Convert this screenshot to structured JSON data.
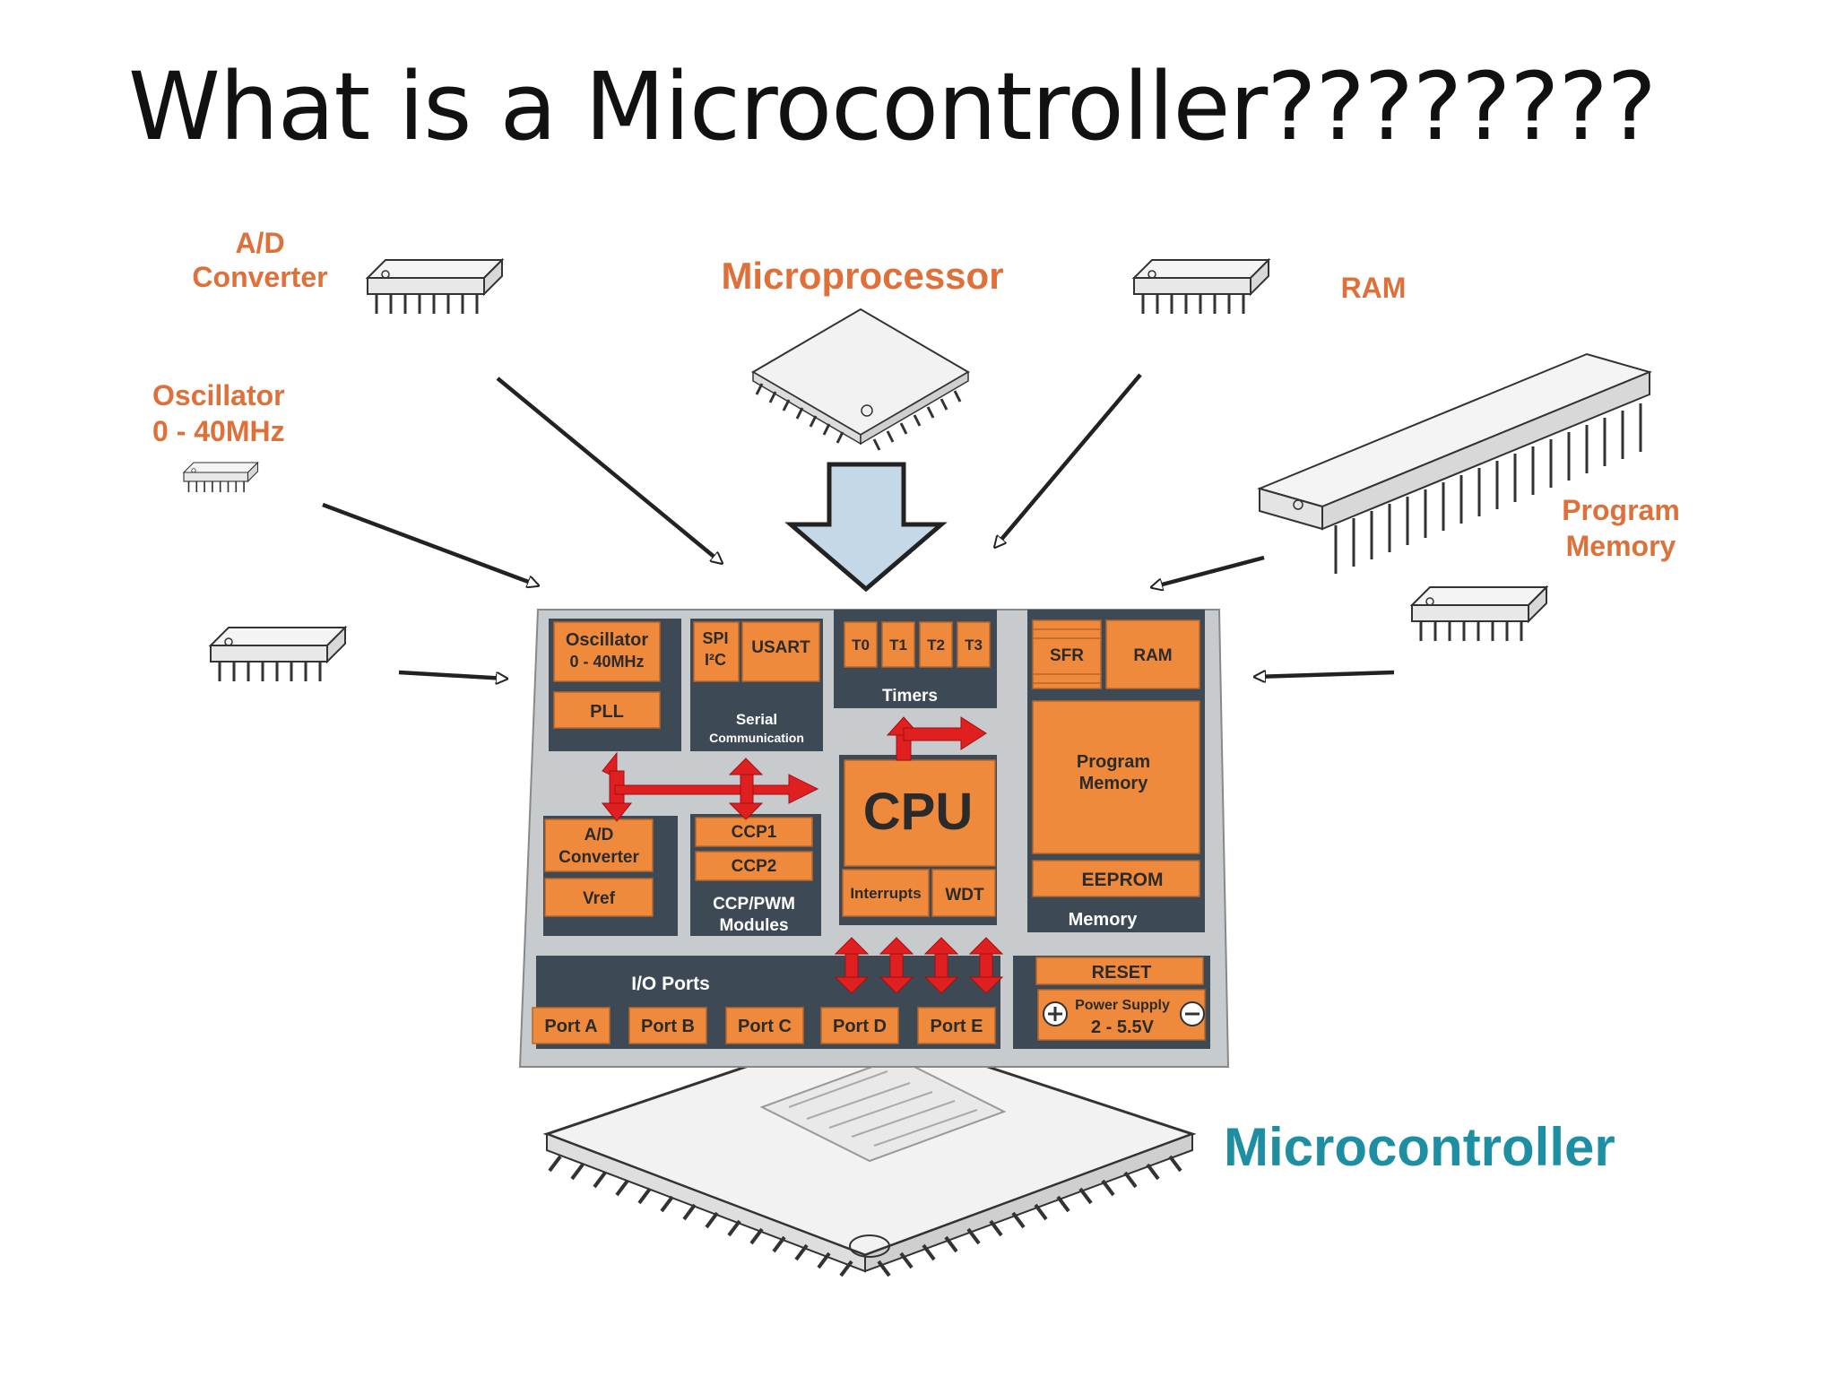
{
  "slide": {
    "title": "What is a Microcontroller????????"
  },
  "components": {
    "ad_converter": [
      "A/D",
      "Converter"
    ],
    "microprocessor": "Microprocessor",
    "ram": "RAM",
    "oscillator": [
      "Oscillator",
      "0 - 40MHz"
    ],
    "program_memory": [
      "Program",
      "Memory"
    ],
    "microcontroller": "Microcontroller"
  },
  "chip": {
    "oscillator": [
      "Oscillator",
      "0 - 40MHz"
    ],
    "pll": "PLL",
    "spi": "SPI",
    "i2c": "I²C",
    "usart": "USART",
    "serial": [
      "Serial",
      "Communication"
    ],
    "timers": [
      "T0",
      "T1",
      "T2",
      "T3"
    ],
    "timers_label": "Timers",
    "sfr": "SFR",
    "ram": "RAM",
    "program_memory": [
      "Program",
      "Memory"
    ],
    "eeprom": "EEPROM",
    "memory_label": "Memory",
    "cpu": "CPU",
    "interrupts": "Interrupts",
    "wdt": "WDT",
    "ad_converter": [
      "A/D",
      "Converter"
    ],
    "vref": "Vref",
    "ccp1": "CCP1",
    "ccp2": "CCP2",
    "ccp_modules": [
      "CCP/PWM",
      "Modules"
    ],
    "io_ports": "I/O Ports",
    "ports": [
      "Port A",
      "Port B",
      "Port C",
      "Port D",
      "Port E"
    ],
    "reset": "RESET",
    "power_supply": [
      "Power Supply",
      "2 - 5.5V"
    ]
  },
  "colors": {
    "orange_label": "#e0703a",
    "block": "#ef8a3c",
    "panel": "#3d4a55",
    "chip_bg": "#c8cbce",
    "arrow_red": "#e02020",
    "teal": "#1e8fa3",
    "big_arrow": "#c5d8e8"
  }
}
